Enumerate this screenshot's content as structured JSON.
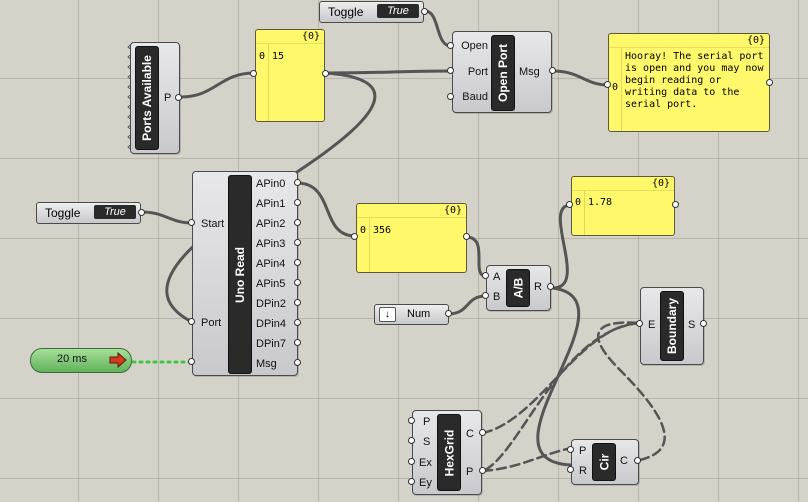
{
  "toggle_top": {
    "label": "Toggle",
    "value": "True"
  },
  "toggle_left": {
    "label": "Toggle",
    "value": "True"
  },
  "ports_available": {
    "title": "Ports Available",
    "output": "P"
  },
  "panel_ports": {
    "header": "{0}",
    "index": "0",
    "value": "15"
  },
  "open_port": {
    "title": "Open Port",
    "inputs": [
      "Open",
      "Port",
      "Baud"
    ],
    "output": "Msg"
  },
  "panel_msg": {
    "header": "{0}",
    "index": "0",
    "value": "Hooray! The serial port is open and you may now begin reading or writing data to the serial port."
  },
  "uno_read": {
    "title": "Uno Read",
    "inputs": [
      "Start",
      "Port"
    ],
    "outputs": [
      "APin0",
      "APin1",
      "APin2",
      "APin3",
      "APin4",
      "APin5",
      "DPin2",
      "DPin4",
      "DPin7",
      "Msg"
    ]
  },
  "panel_apin": {
    "header": "{0}",
    "index": "0",
    "value": "356"
  },
  "panel_div": {
    "header": "{0}",
    "index": "0",
    "value": "1.78"
  },
  "division": {
    "title": "A/B",
    "inputs": [
      "A",
      "B"
    ],
    "output": "R"
  },
  "number": {
    "label": "Num",
    "icon": "down-arrow-icon"
  },
  "timer": {
    "label": "20 ms",
    "icon": "red-arrow-icon"
  },
  "boundary": {
    "title": "Boundary",
    "input": "E",
    "output": "S"
  },
  "hexgrid": {
    "title": "HexGrid",
    "inputs": [
      "P",
      "S",
      "Ex",
      "Ey"
    ],
    "outputs": [
      "C",
      "P"
    ]
  },
  "circle": {
    "title": "Cir",
    "inputs": [
      "P",
      "R"
    ],
    "output": "C"
  },
  "colors": {
    "canvas": "#d5d2ca",
    "panel": "#fff86a",
    "component": "#d6d6da",
    "timer": "#7cc46f",
    "wire": "#555555",
    "timer_wire": "#3cc83c"
  }
}
